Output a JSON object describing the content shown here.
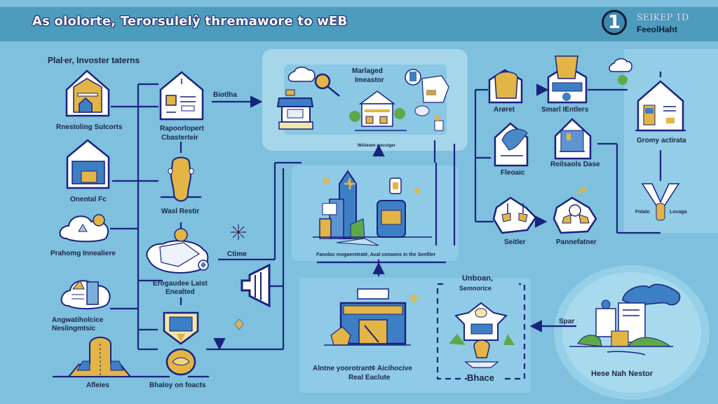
{
  "header": {
    "title": "As ololorte, Terorsulelŷ thremawore to wEB",
    "logo_glyph": "1",
    "logo_line1": "SEIKEP 1D",
    "logo_line2": "FeeolHaht"
  },
  "section_label": "Plaŀer,  Invoster taterns",
  "left_column": {
    "nodes": [
      {
        "label": "Rnestoling Sulcorts",
        "icon": "warehouse-icon"
      },
      {
        "label": "Onental Fc",
        "icon": "garage-icon"
      },
      {
        "label": "Prahomg Innealiere",
        "icon": "cloud-coin-icon"
      },
      {
        "label": "Angwatiholcice Neslingmtsic",
        "label_line1": "Angwatiholcice",
        "label_line2": "Neslingmtsic",
        "icon": "cloud-document-icon"
      },
      {
        "label": "Afleies",
        "icon": "mountain-icon"
      }
    ]
  },
  "middle_column": {
    "nodes": [
      {
        "label_line1": "Rapoorlopert",
        "label_line2": "Cbasterteir",
        "icon": "document-house-icon"
      },
      {
        "label": "Wasl Restir",
        "icon": "figure-icon"
      },
      {
        "label_line1": "Erogaudee Laist",
        "label_line2": "Enealted",
        "icon": "map-coin-icon"
      },
      {
        "label": "",
        "icon": "shield-icon"
      },
      {
        "label": "Bhaloy on foacts",
        "icon": "bowl-icon"
      }
    ],
    "connector_labels": {
      "top_right": "Biotlha",
      "middle_right": "Ctime"
    }
  },
  "center_top_panel": {
    "title_line1": "Marlaged",
    "title_line2": "Imeastor",
    "caption": "Wiiliewm mecstger"
  },
  "center_mid_panel": {
    "caption": "Fanoloc mogaeretraté, Aval conaons in the Senfiler"
  },
  "center_bottom_panel": {
    "caption_line1": "Alntne yoorotrant¢ Aicihocive",
    "caption_line2": "Real Eaclute"
  },
  "dashed_panel": {
    "title_line1": "Unboan,",
    "title_line2": "Semnorice",
    "caption": "Bhace"
  },
  "right_group": {
    "nodes": [
      {
        "label": "Arøret",
        "icon": "pot-icon"
      },
      {
        "label": "Smarl IEntlers",
        "icon": "desk-icon"
      },
      {
        "label": "Fleoaic",
        "icon": "bird-icon"
      },
      {
        "label": "Reilsaols Dase",
        "icon": "city-icon"
      },
      {
        "label": "Seitler",
        "icon": "hands-icon"
      },
      {
        "label": "Pannefatner",
        "icon": "handshake-icon"
      }
    ]
  },
  "far_right_panel": {
    "house_label": "Gromy actirata",
    "fork_left": "Fnlain",
    "fork_right": "Lovaga"
  },
  "circle_panel": {
    "arrow_label": "Spar",
    "caption": "Hese Nah Nestor"
  },
  "colors": {
    "background": "#7ec0de",
    "header_band": "#4e9cbd",
    "line": "#1a237e",
    "accent_gold": "#e3b446",
    "icon_blue": "#3d7fc4",
    "panel_light": "#a9d8ec"
  }
}
